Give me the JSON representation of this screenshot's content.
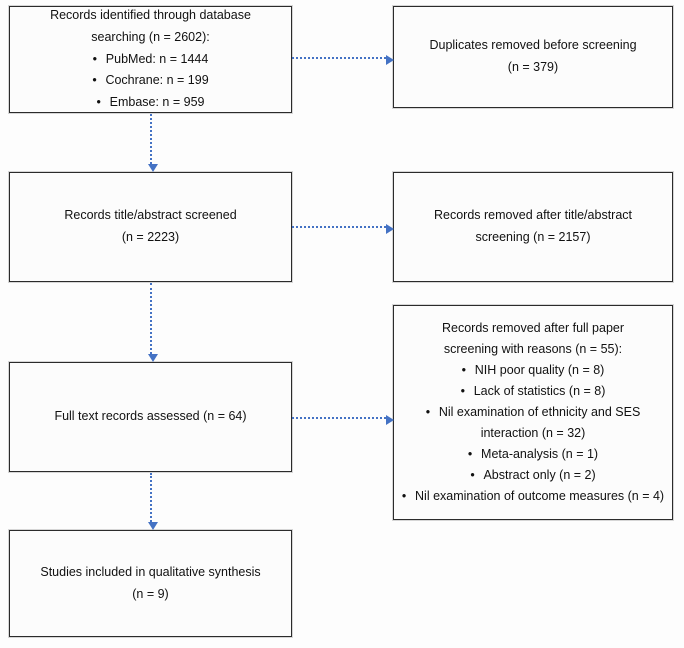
{
  "diagram": {
    "type": "prisma-flow-diagram",
    "accent_color": "#4472c4",
    "box_border_color": "#2b2b2b",
    "background_color": "#fdfdfd",
    "boxes": {
      "identified": {
        "name": "Records identified through database searching",
        "line1": "Records identified through database",
        "line2": "searching (n = 2602):",
        "bullets": [
          "PubMed: n = 1444",
          "Cochrane: n = 199",
          "Embase: n = 959"
        ]
      },
      "duplicates": {
        "line1": "Duplicates removed before screening",
        "line2": "(n = 379)"
      },
      "screened": {
        "line1": "Records title/abstract screened",
        "line2": "(n = 2223)"
      },
      "removed_title_abstract": {
        "line1": "Records removed after title/abstract",
        "line2": "screening (n = 2157)"
      },
      "fulltext": {
        "line1": "Full text records assessed (n = 64)"
      },
      "removed_fulltext": {
        "line1": "Records removed after full paper",
        "line2": "screening with reasons (n = 55):",
        "bullets": [
          "NIH poor quality (n = 8)",
          "Lack of statistics (n = 8)",
          "Nil examination of ethnicity and SES interaction (n = 32)",
          "Meta-analysis (n = 1)",
          "Abstract only (n = 2)",
          "Nil examination of outcome measures (n = 4)"
        ]
      },
      "included": {
        "line1": "Studies included in qualitative synthesis",
        "line2": "(n = 9)"
      }
    },
    "bullet_glyph": "•"
  }
}
